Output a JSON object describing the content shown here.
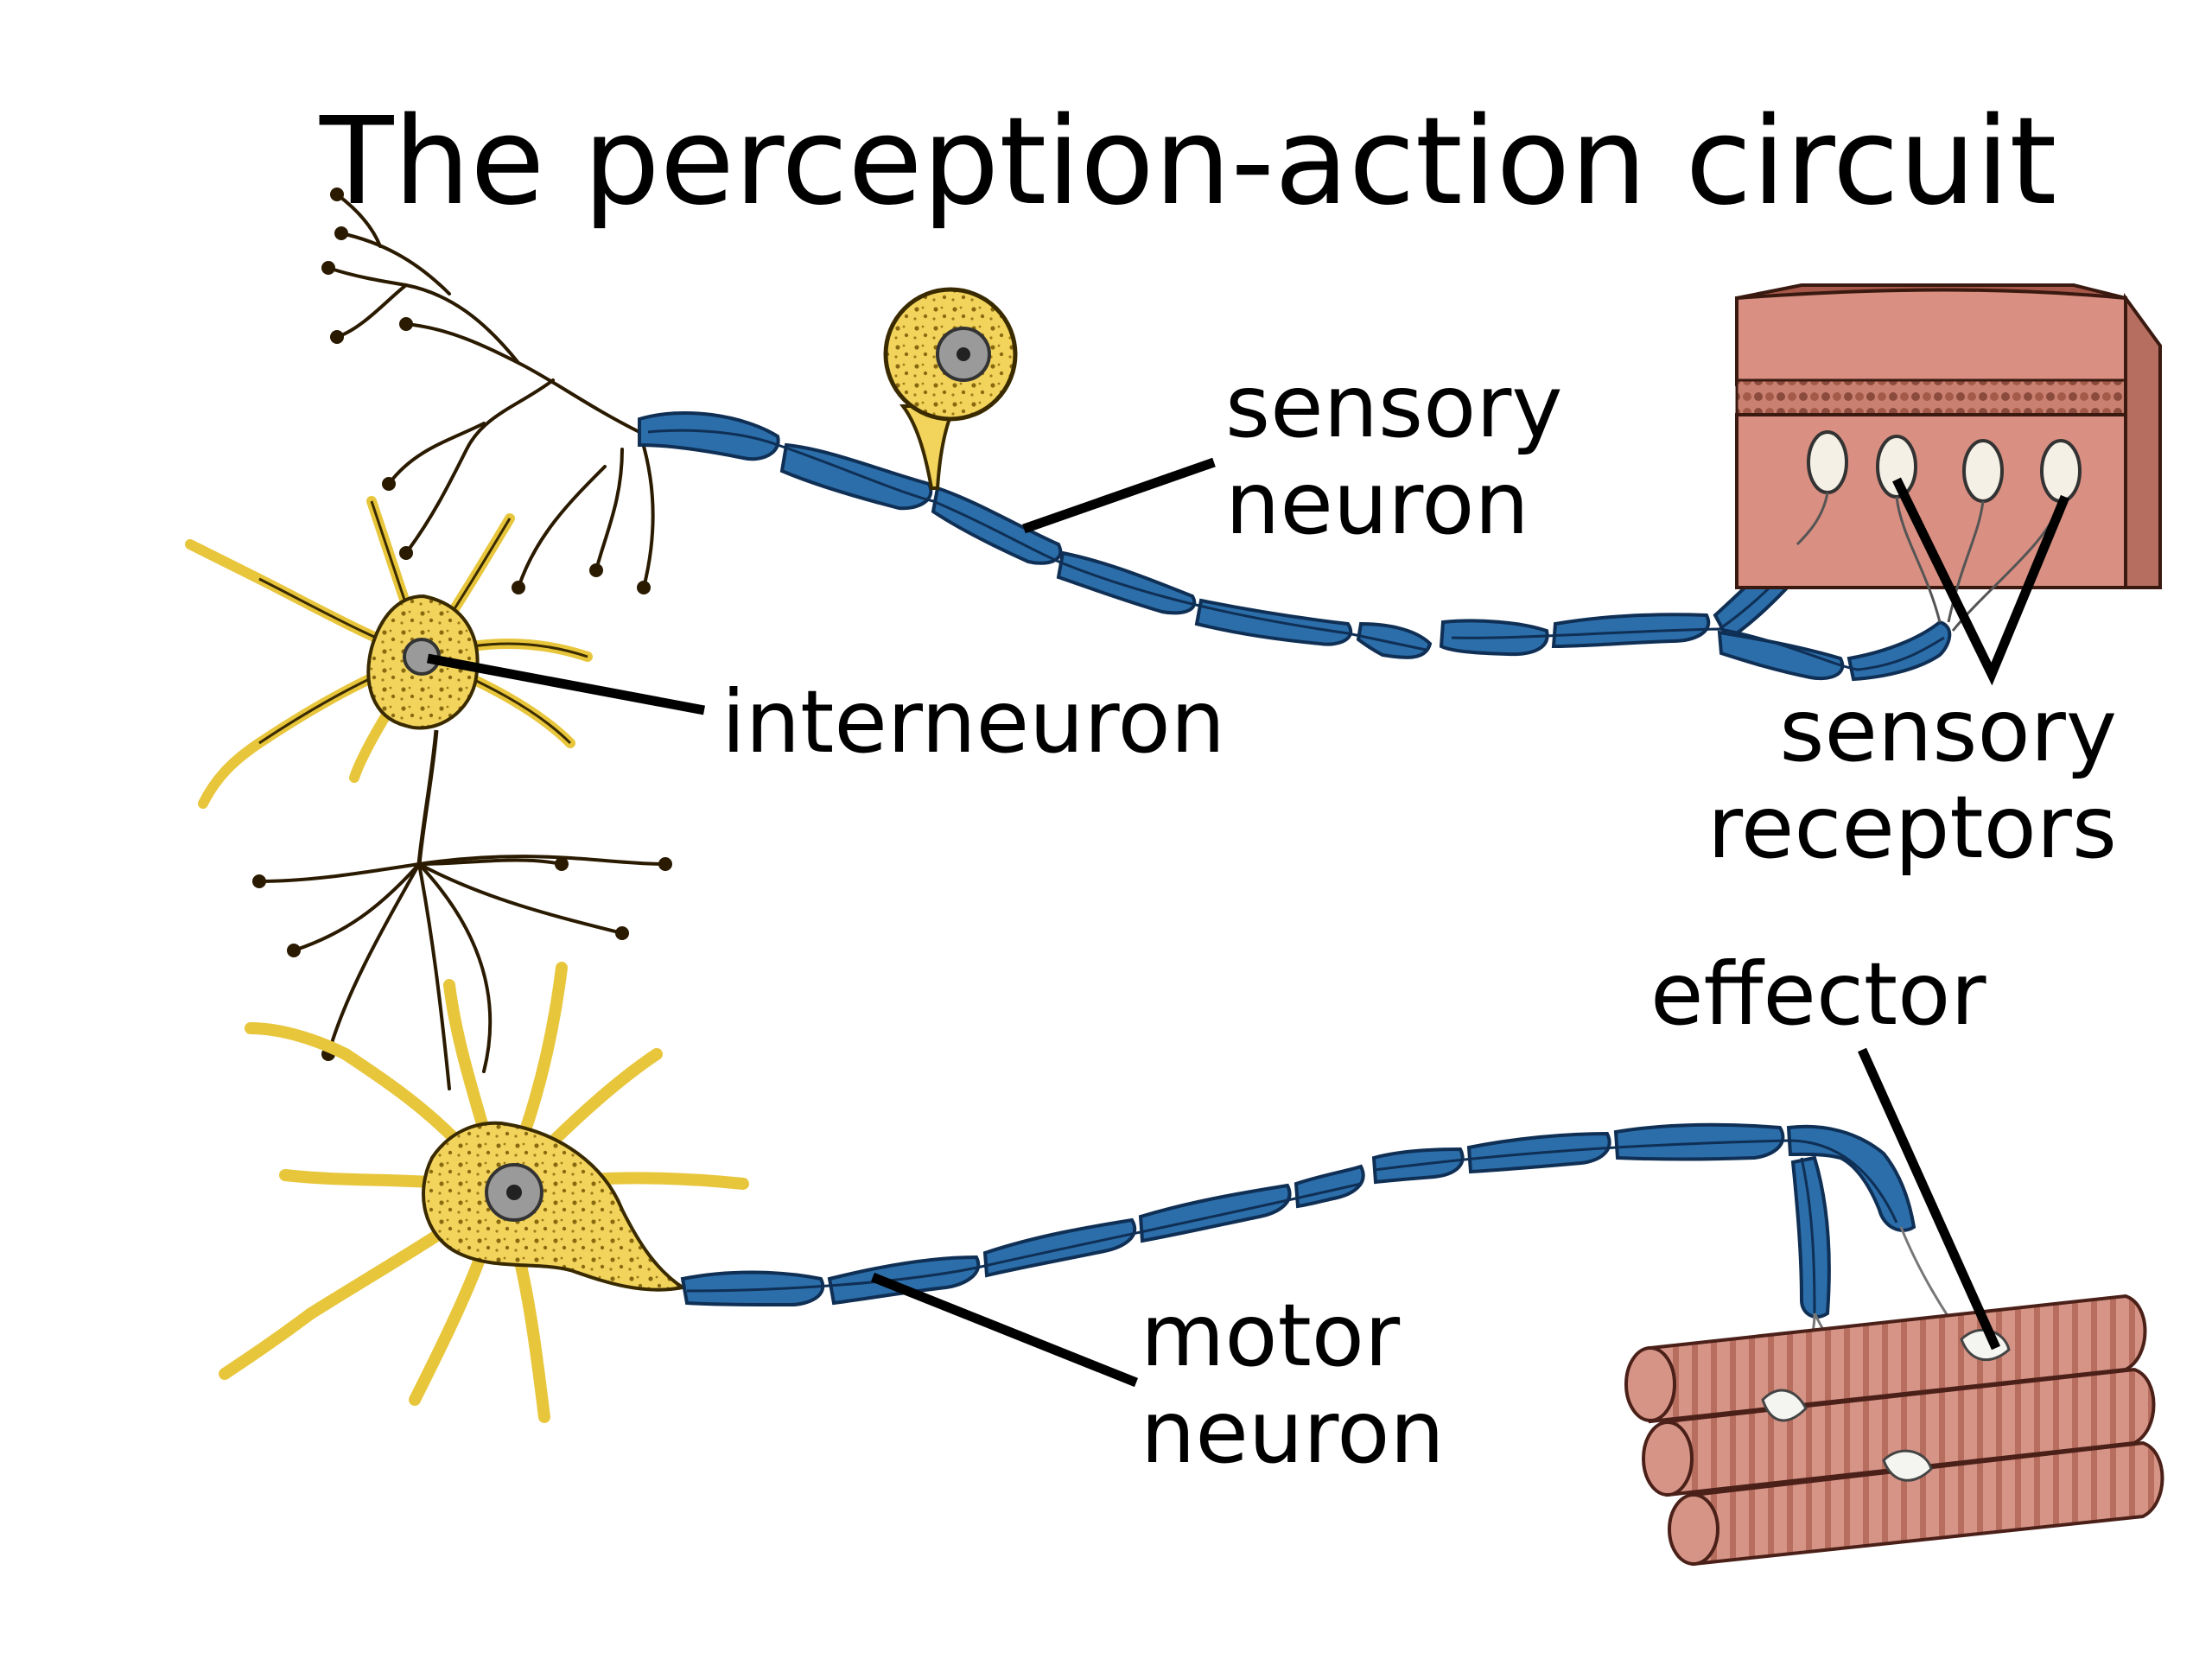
{
  "title": "The perception-action circuit",
  "labels": {
    "sensory_neuron": "sensory\nneuron",
    "interneuron": "interneuron",
    "sensory_receptors": "sensory\nreceptors",
    "effector": "effector",
    "motor_neuron": "motor\nneuron"
  },
  "colors": {
    "background": "#ffffff",
    "cell_body": "#f2d45c",
    "cell_outline": "#3a2a00",
    "myelin": "#2b6eaa",
    "myelin_dark": "#0f2f55",
    "skin": "#d98f82",
    "skin_dark": "#8a4a3c",
    "muscle": "#d69487",
    "muscle_dark": "#6e3a30",
    "leader_line": "#000000"
  }
}
